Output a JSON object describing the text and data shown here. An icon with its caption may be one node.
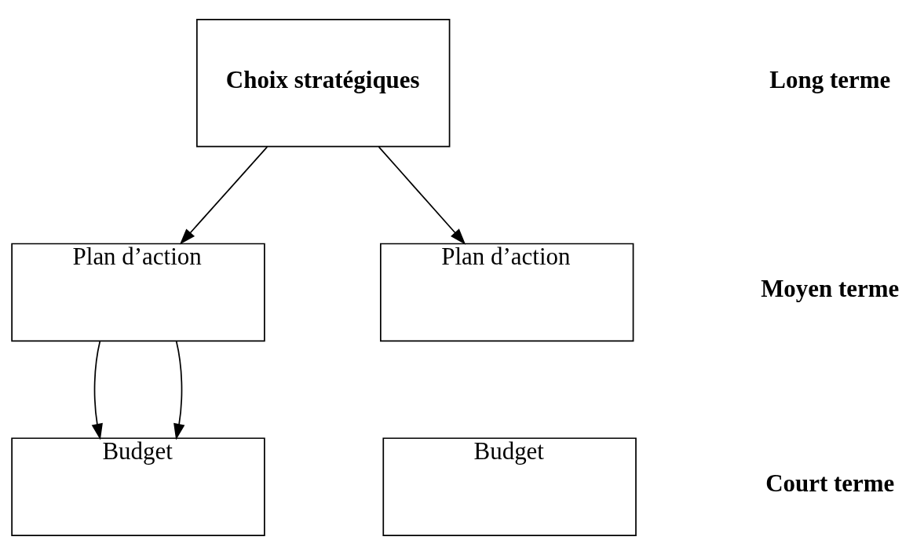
{
  "diagram": {
    "nodes": [
      {
        "text": [
          "Choix stratégiques"
        ]
      },
      {
        "text": [
          "Plan d’action"
        ]
      },
      {
        "text": [
          "Plan d’action"
        ]
      },
      {
        "text": [
          "Budget"
        ]
      },
      {
        "text": [
          "Budget"
        ]
      }
    ],
    "edges": [
      {
        "from": 0,
        "to": 1,
        "arrow": "to"
      },
      {
        "from": 0,
        "to": 2,
        "arrow": "to"
      },
      {
        "from": 1,
        "to": 3,
        "arrow": "to"
      },
      {
        "from": 1,
        "to": 3,
        "arrow": "to"
      }
    ],
    "labels": [
      "Long terme",
      "Moyen terme",
      "Court terme"
    ]
  }
}
